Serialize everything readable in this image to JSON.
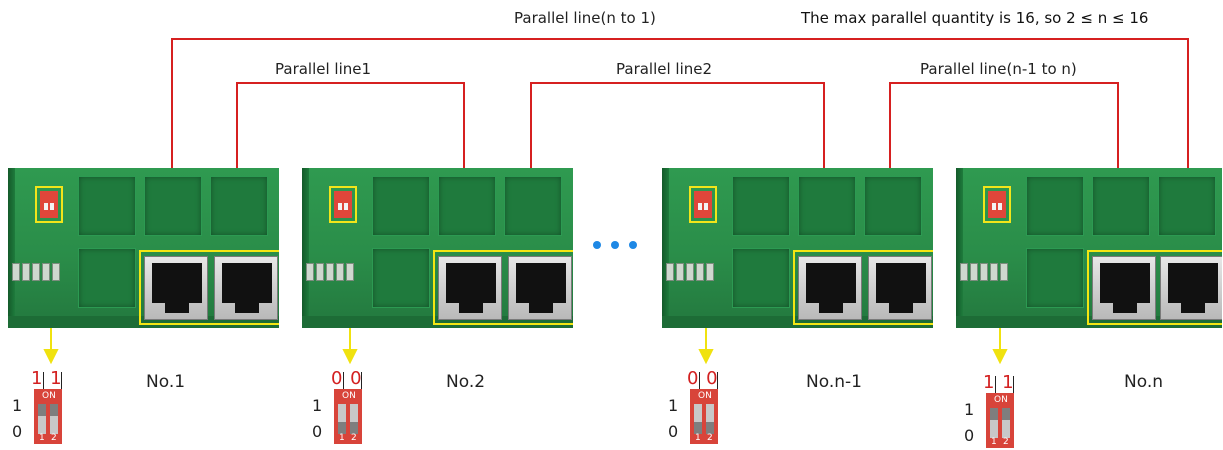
{
  "title_parallel_n_to_1": "Parallel line(n to 1)",
  "note_max": "The max parallel quantity is 16, so 2 ≤ n ≤ 16",
  "line_labels": {
    "line1": "Parallel line1",
    "line2": "Parallel line2",
    "line_n1_to_n": "Parallel line(n-1 to n)"
  },
  "ellipsis": "•••",
  "units": [
    {
      "name": "No.1",
      "bits": "1 1"
    },
    {
      "name": "No.2",
      "bits": "0 0"
    },
    {
      "name": "No.n-1",
      "bits": "0 0"
    },
    {
      "name": "No.n",
      "bits": "1 1"
    }
  ],
  "dip_levels": {
    "high": "1",
    "low": "0"
  },
  "dip_chip": {
    "on_label": "ON",
    "sw1": "1",
    "sw2": "2"
  },
  "colors": {
    "wire": "#d62020",
    "highlight": "#f4e612",
    "arrow": "#f0e20f",
    "board": "#2a8d49",
    "dots": "#1e88e5"
  }
}
